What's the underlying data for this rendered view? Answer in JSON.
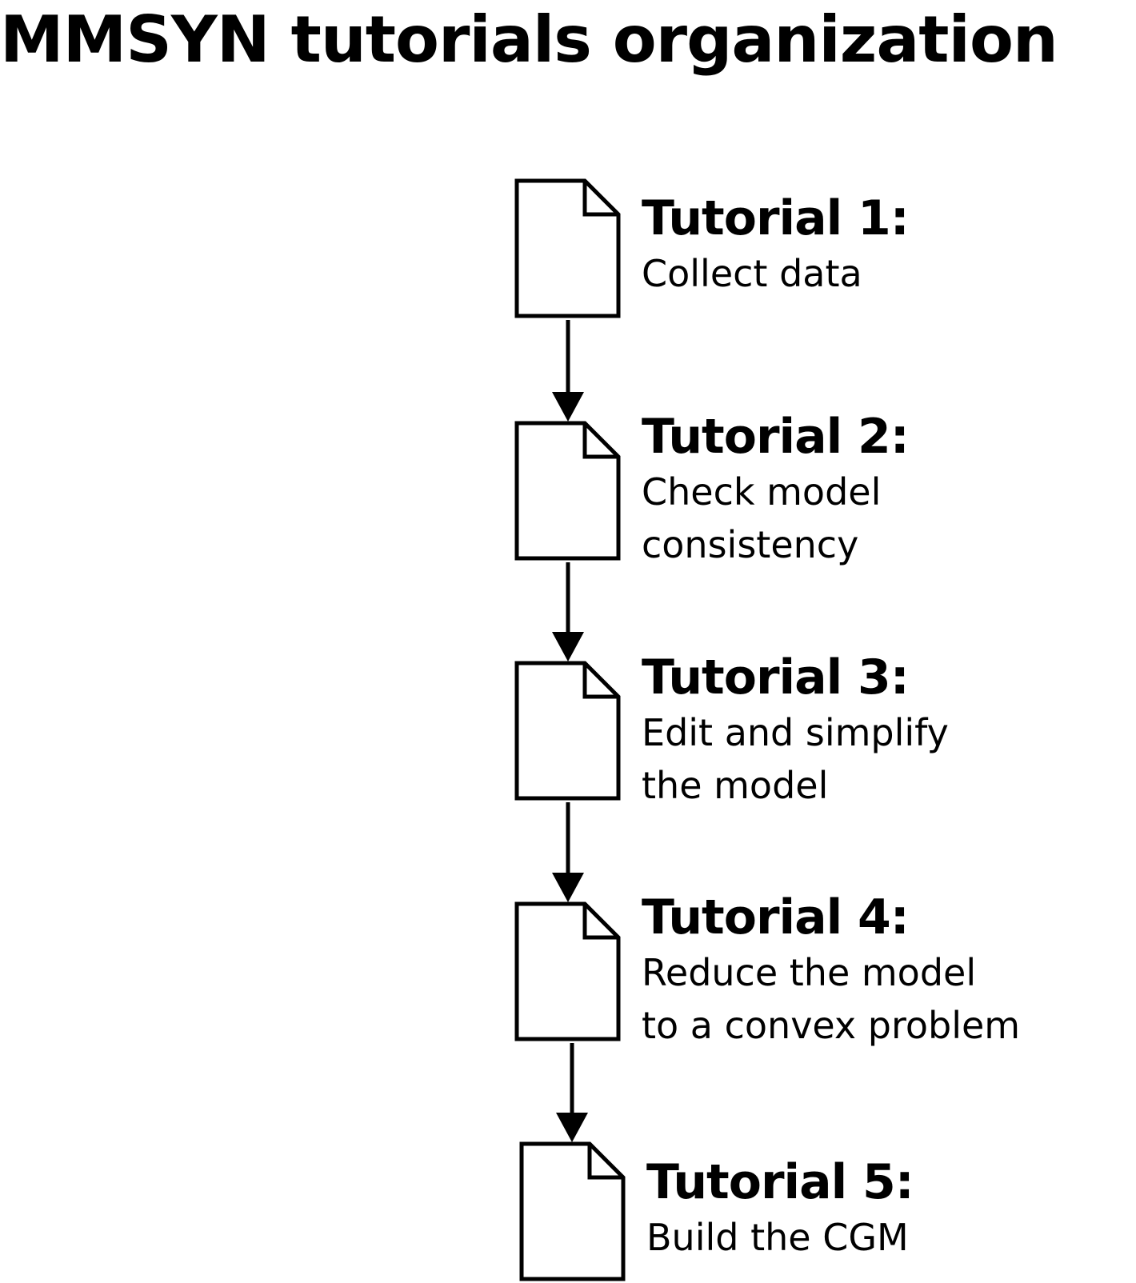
{
  "title": "MMSYN tutorials organization",
  "steps": [
    {
      "heading": "Tutorial 1:",
      "lines": [
        "Collect data"
      ],
      "icon": "document-icon"
    },
    {
      "heading": "Tutorial 2:",
      "lines": [
        "Check model",
        "consistency"
      ],
      "icon": "document-icon"
    },
    {
      "heading": "Tutorial 3:",
      "lines": [
        "Edit and simplify",
        "the model"
      ],
      "icon": "document-icon"
    },
    {
      "heading": "Tutorial 4:",
      "lines": [
        "Reduce the model",
        "to a convex problem"
      ],
      "icon": "document-icon"
    },
    {
      "heading": "Tutorial 5:",
      "lines": [
        "Build the CGM"
      ],
      "icon": "document-icon"
    }
  ],
  "colors": {
    "stroke": "#000000",
    "background": "#ffffff"
  }
}
